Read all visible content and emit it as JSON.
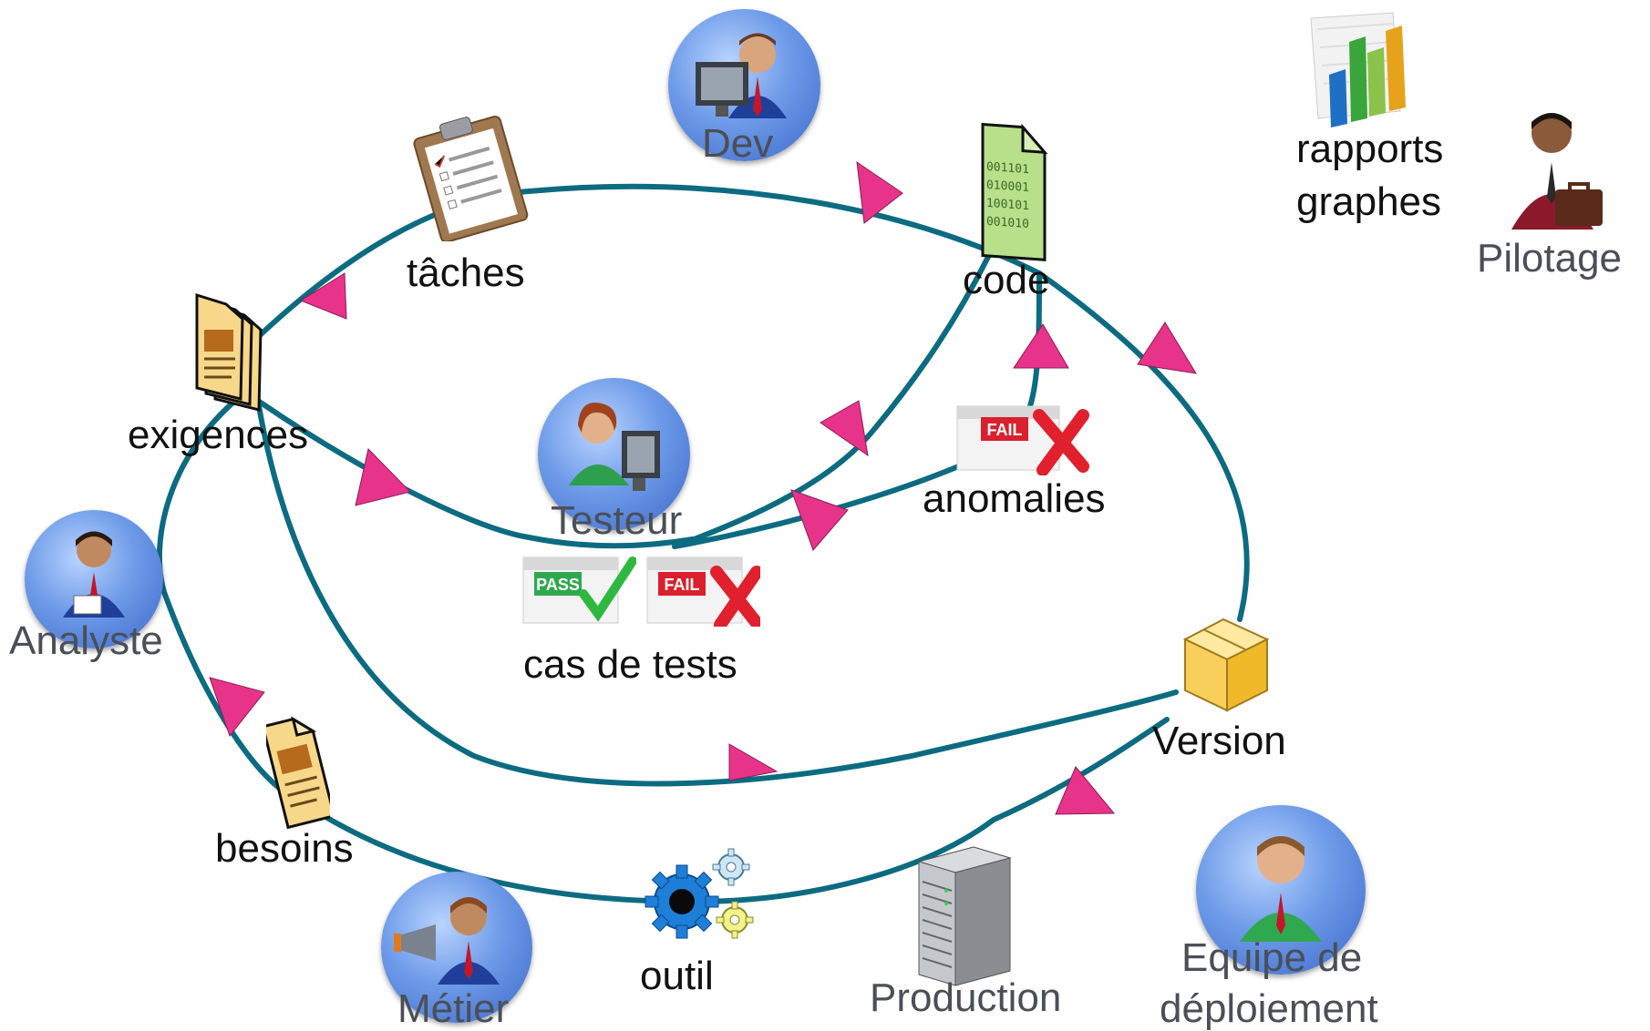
{
  "roles": {
    "dev": "Dev",
    "testeur": "Testeur",
    "analyste": "Analyste",
    "metier": "Métier",
    "pilotage": "Pilotage",
    "equipe_line1": "Equipe de",
    "equipe_line2": "déploiement",
    "production": "Production"
  },
  "artifacts": {
    "taches": "tâches",
    "code": "code",
    "exigences": "exigences",
    "anomalies": "anomalies",
    "cas_de_tests": "cas de tests",
    "version": "Version",
    "besoins": "besoins",
    "outil": "outil",
    "rapports": "rapports",
    "graphes": "graphes"
  },
  "badges": {
    "pass": "PASS",
    "fail": "FAIL"
  },
  "colors": {
    "flow_line": "#0c6b80",
    "arrow": "#e8338a",
    "actor_circle": "#5b8ee0",
    "label_role": "#4a4f57",
    "pass_green": "#2fa84f",
    "fail_red": "#e0202c"
  },
  "icons": [
    "clipboard-icon",
    "code-file-icon",
    "documents-icon",
    "fail-badge-icon",
    "pass-badge-icon",
    "package-box-icon",
    "document-icon",
    "gears-icon",
    "server-icon",
    "bar-chart-icon",
    "businessman-briefcase-icon"
  ]
}
